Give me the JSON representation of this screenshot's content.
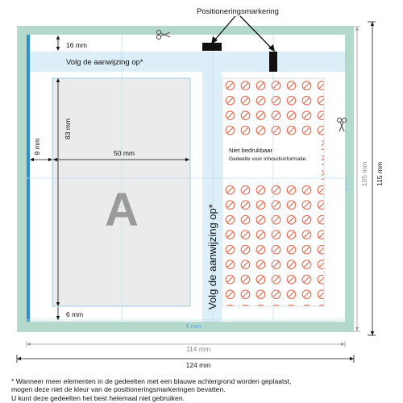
{
  "labels": {
    "marker_title": "Positioneringsmarkering",
    "top_band": "Volg de aanwijzing op*",
    "vertical_band": "Volg de aanwijzing op*",
    "area_letter": "A",
    "no_print_title": "Niet bedrukbaar",
    "no_print_sub": "Gedeelte voor inhoudsinformatie."
  },
  "dimensions": {
    "top_margin": "16 mm",
    "height_a": "83 mm",
    "left_margin": "9 mm",
    "width_a": "50 mm",
    "bottom_margin": "6 mm",
    "right_side": "5 mm",
    "bottom_side": "5 mm",
    "inner_height": "105 mm",
    "outer_height": "115 mm",
    "inner_width": "114 mm",
    "outer_width": "124 mm"
  },
  "footnote": [
    "* Wanneer meer elementen in de gedeelten met een blauwe achtergrond worden geplaatst,",
    "mogen deze niet de kleur van de positioneringsmarkeringen bevatten.",
    "U kunt deze gedeelten het best helemaal niet gebruiken."
  ],
  "colors": {
    "bleed_green": "#b5d8cc",
    "blue_band": "#dceef8",
    "area_grey": "#ebebeb",
    "accent_blue": "#2f8fd0",
    "no_print_red": "#e0735a"
  },
  "icons": [
    "scissors-icon",
    "no-symbol-icon"
  ]
}
